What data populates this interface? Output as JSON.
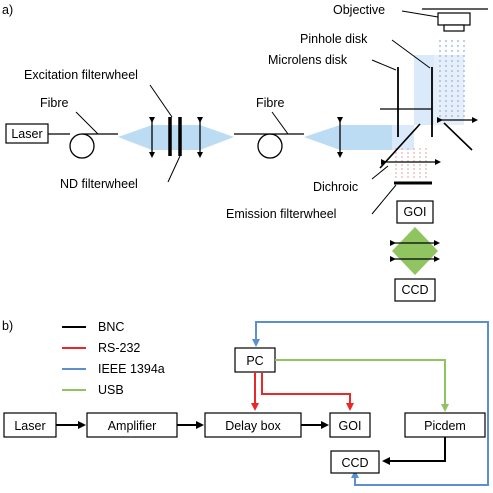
{
  "panel_a": {
    "panel_label": "a)",
    "laser": "Laser",
    "fibre_left": "Fibre",
    "excitation_filterwheel": "Excitation filterwheel",
    "nd_filterwheel": "ND filterwheel",
    "fibre_right": "Fibre",
    "objective": "Objective",
    "pinhole_disk": "Pinhole disk",
    "microlens_disk": "Microlens disk",
    "dichroic": "Dichroic",
    "emission_filterwheel": "Emission filterwheel",
    "goi": "GOI",
    "ccd": "CCD"
  },
  "panel_b": {
    "panel_label": "b)",
    "legend": [
      {
        "label": "BNC",
        "color": "#000000"
      },
      {
        "label": "RS-232",
        "color": "#e8282b"
      },
      {
        "label": "IEEE 1394a",
        "color": "#5b8fd0"
      },
      {
        "label": "USB",
        "color": "#8fc460"
      }
    ],
    "boxes": {
      "pc": "PC",
      "laser": "Laser",
      "amplifier": "Amplifier",
      "delay_box": "Delay box",
      "goi": "GOI",
      "picdem": "Picdem",
      "ccd": "CCD"
    }
  },
  "colors": {
    "beam": "#bcdcf4",
    "beam_light": "#dbeafa",
    "relay_green": "#8fc460",
    "bnc": "#000000",
    "rs232": "#e8282b",
    "ieee1394a": "#5b8fd0",
    "usb": "#8fc460",
    "emission_dash": "#e9a3a3"
  }
}
